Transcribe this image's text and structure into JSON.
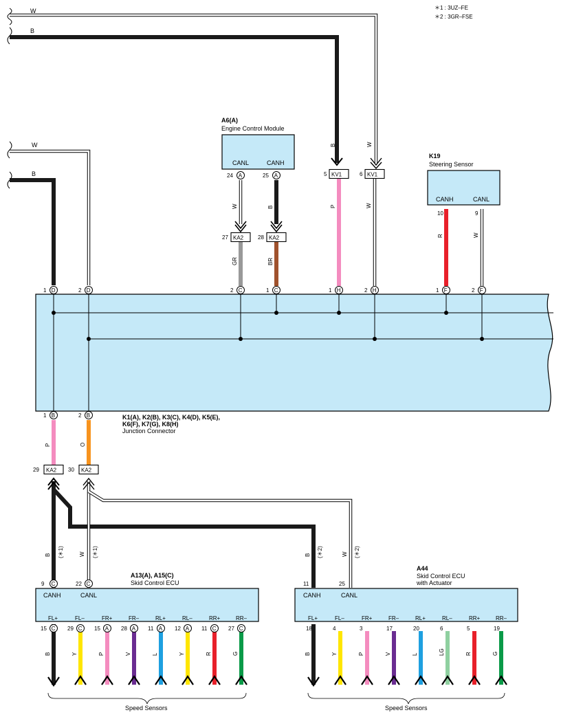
{
  "notes": [
    "＊1 : 3UZ–FE",
    "＊2 : 3GR–FSE"
  ],
  "top_wires": {
    "w_label": "W",
    "b_label": "B"
  },
  "engine_ecm": {
    "code": "A6(A)",
    "name": "Engine Control Module",
    "canl": "CANL",
    "canh": "CANH",
    "canl_pin": "24",
    "canh_pin": "25",
    "connector": "A"
  },
  "steering": {
    "code": "K19",
    "name": "Steering Sensor",
    "canh": "CANH",
    "canl": "CANL",
    "canh_pin": "10",
    "canl_pin": "9"
  },
  "junction": {
    "codes_line1": "K1(A), K2(B), K3(C), K4(D), K5(E),",
    "codes_line2": "K6(F), K7(G), K8(H)",
    "name": "Junction Connector"
  },
  "ka2": "KA2",
  "kv1": "KV1",
  "skid_a": {
    "code": "A13(A), A15(C)",
    "name": "Skid Control ECU",
    "canh": "CANH",
    "canl": "CANL",
    "canh_pin": "9",
    "canl_pin": "22",
    "note": "(＊1)"
  },
  "skid_b": {
    "code": "A44",
    "name_line1": "Skid Control ECU",
    "name_line2": "with Actuator",
    "canh": "CANH",
    "canl": "CANL",
    "canh_pin": "11",
    "canl_pin": "25",
    "note": "(＊2)"
  },
  "speed_sensors_label": "Speed Sensors",
  "wire_colors": {
    "B": "#1a1a1a",
    "W": "#ffffff",
    "P": "#f48cbf",
    "O": "#f7931e",
    "GR": "#999999",
    "BR": "#a0522d",
    "R": "#e8202a",
    "Y": "#ffe600",
    "V": "#6a2c91",
    "L": "#1ea0e0",
    "G": "#0a9a48",
    "LG": "#8fd0a0"
  },
  "top_pins": [
    {
      "num": "1",
      "letter": "D",
      "wire": "B"
    },
    {
      "num": "2",
      "letter": "D",
      "wire": "W"
    },
    {
      "num": "2",
      "letter": "C",
      "wire": "GR",
      "ka2_pin": "27"
    },
    {
      "num": "1",
      "letter": "C",
      "wire": "BR",
      "ka2_pin": "28"
    },
    {
      "num": "1",
      "letter": "H",
      "wire": "P",
      "kv1_pin": "5"
    },
    {
      "num": "2",
      "letter": "H",
      "wire": "W",
      "kv1_pin": "6"
    },
    {
      "num": "1",
      "letter": "F",
      "wire": "R"
    },
    {
      "num": "2",
      "letter": "F",
      "wire": "W"
    }
  ],
  "bottom_pins": [
    {
      "num": "1",
      "letter": "B",
      "wire": "P",
      "ka2_pin": "29"
    },
    {
      "num": "2",
      "letter": "B",
      "wire": "O",
      "ka2_pin": "30"
    }
  ],
  "ecm_wires": {
    "canl": "W",
    "canh": "B"
  },
  "skid_a_wires": {
    "canh": "B",
    "canl": "W"
  },
  "skid_b_wires": {
    "canh": "B",
    "canl": "W"
  },
  "skid_a_sensors": [
    {
      "label": "FL+",
      "pin": "15",
      "conn": "C",
      "wire": "B"
    },
    {
      "label": "FL–",
      "pin": "29",
      "conn": "C",
      "wire": "Y"
    },
    {
      "label": "FR+",
      "pin": "15",
      "conn": "A",
      "wire": "P"
    },
    {
      "label": "FR–",
      "pin": "28",
      "conn": "A",
      "wire": "V"
    },
    {
      "label": "RL+",
      "pin": "11",
      "conn": "A",
      "wire": "L"
    },
    {
      "label": "RL–",
      "pin": "12",
      "conn": "A",
      "wire": "Y"
    },
    {
      "label": "RR+",
      "pin": "11",
      "conn": "C",
      "wire": "R"
    },
    {
      "label": "RR–",
      "pin": "27",
      "conn": "C",
      "wire": "G"
    }
  ],
  "skid_b_sensors": [
    {
      "label": "FL+",
      "pin": "18",
      "wire": "B"
    },
    {
      "label": "FL–",
      "pin": "4",
      "wire": "Y"
    },
    {
      "label": "FR+",
      "pin": "3",
      "wire": "P"
    },
    {
      "label": "FR–",
      "pin": "17",
      "wire": "V"
    },
    {
      "label": "RL+",
      "pin": "20",
      "wire": "L"
    },
    {
      "label": "RL–",
      "pin": "6",
      "wire": "LG"
    },
    {
      "label": "RR+",
      "pin": "5",
      "wire": "R"
    },
    {
      "label": "RR–",
      "pin": "19",
      "wire": "G"
    }
  ]
}
